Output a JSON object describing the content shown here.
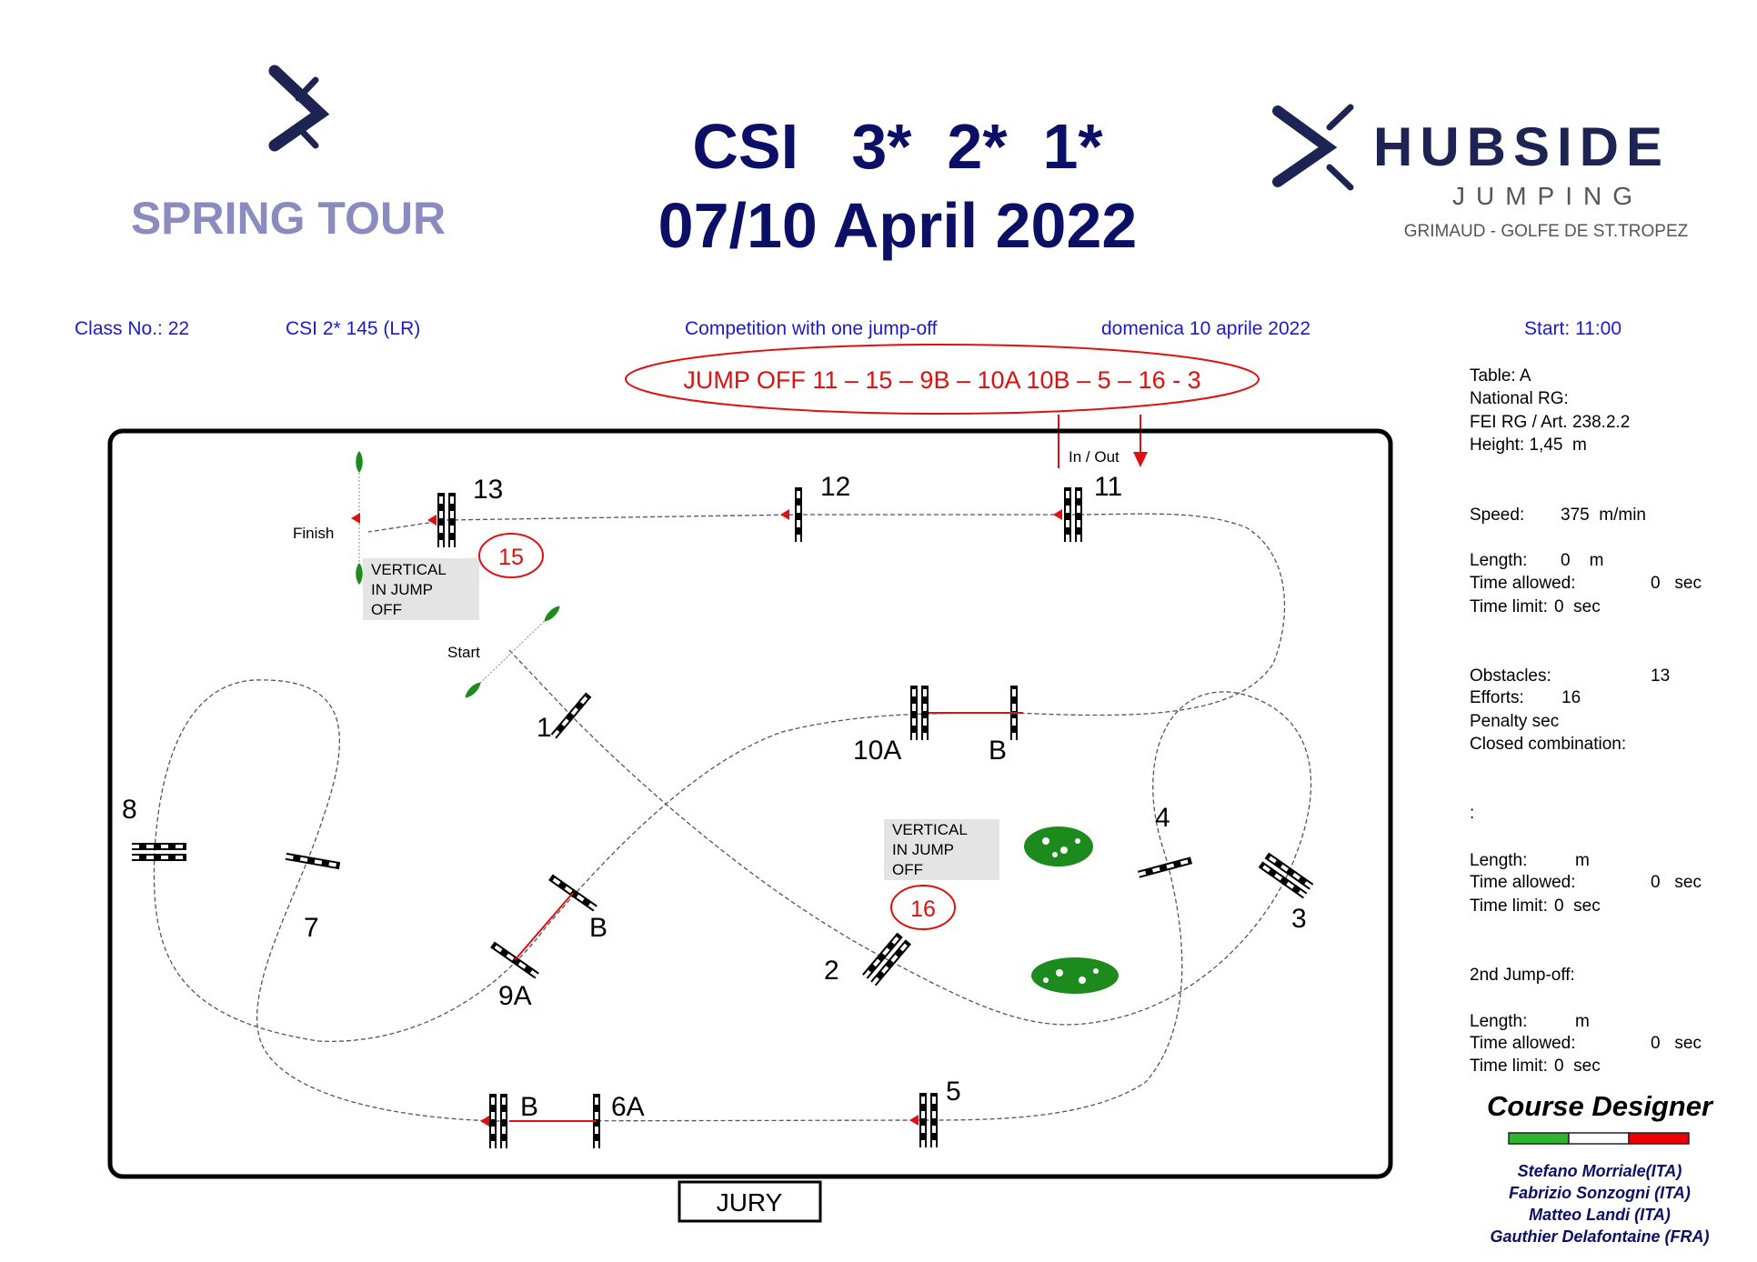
{
  "header": {
    "left_logo_text": "SPRING TOUR",
    "title_line1": "CSI   3*  2*  1*",
    "title_line2": "07/10 April 2022",
    "right_logo_name": "HUBSIDE",
    "right_logo_sub": "JUMPING",
    "right_logo_place": "GRIMAUD - GOLFE DE ST.TROPEZ"
  },
  "info_row": {
    "class_no": "Class No.: 22",
    "class_name": "CSI 2* 145 (LR)",
    "competition": "Competition with one jump-off",
    "date": "domenica 10 aprile 2022",
    "start": "Start: 11:00"
  },
  "jump_off": "JUMP OFF 11 – 15 – 9B – 10A 10B – 5 – 16 - 3",
  "arena": {
    "in_out": "In / Out",
    "finish": "Finish",
    "start": "Start",
    "jury": "JURY",
    "note1": [
      "VERTICAL",
      "IN JUMP",
      "OFF"
    ],
    "note2": [
      "VERTICAL",
      "IN JUMP",
      "OFF"
    ],
    "extra_15": "15",
    "extra_16": "16",
    "fences": {
      "f1": "1",
      "f2": "2",
      "f3": "3",
      "f4": "4",
      "f5": "5",
      "f6a": "6A",
      "f6b": "B",
      "f7": "7",
      "f8": "8",
      "f9a": "9A",
      "f9b": "B",
      "f10a": "10A",
      "f10b": "B",
      "f11": "11",
      "f12": "12",
      "f13": "13"
    }
  },
  "panel": {
    "table": "Table: A",
    "national": "National RG:",
    "fei": "FEI RG / Art. 238.2.2",
    "height": "Height: 1,45  m",
    "speed_label": "Speed:",
    "speed_value": "375  m/min",
    "length_label": "Length:",
    "length_value": "0    m",
    "ta_label": "Time allowed:",
    "ta_value": "0   sec",
    "tl_label": "Time limit:",
    "tl_value": "0  sec",
    "obstacles_label": "Obstacles:",
    "obstacles_value": "13",
    "efforts_label": "Efforts:",
    "efforts_value": "16",
    "penalty": "Penalty sec",
    "closed": "Closed combination:",
    "colon": ":",
    "jo1": {
      "length_label": "Length:",
      "length_value": "m",
      "ta_label": "Time allowed:",
      "ta_value": "0   sec",
      "tl_label": "Time limit:",
      "tl_value": "0  sec"
    },
    "jo2_title": "2nd Jump-off:",
    "jo2": {
      "length_label": "Length:",
      "length_value": "m",
      "ta_label": "Time allowed:",
      "ta_value": "0   sec",
      "tl_label": "Time limit:",
      "tl_value": "0  sec"
    },
    "designer_title": "Course Designer",
    "designers": [
      "Stefano Morriale(ITA)",
      "Fabrizio Sonzogni (ITA)",
      "Matteo Landi (ITA)",
      "Gauthier Delafontaine (FRA)"
    ]
  },
  "colors": {
    "navy": "#0c0f66",
    "blue": "#1a1ad0",
    "red": "#dd1111",
    "lavender": "#8a8cc0",
    "green": "#2db52d"
  }
}
